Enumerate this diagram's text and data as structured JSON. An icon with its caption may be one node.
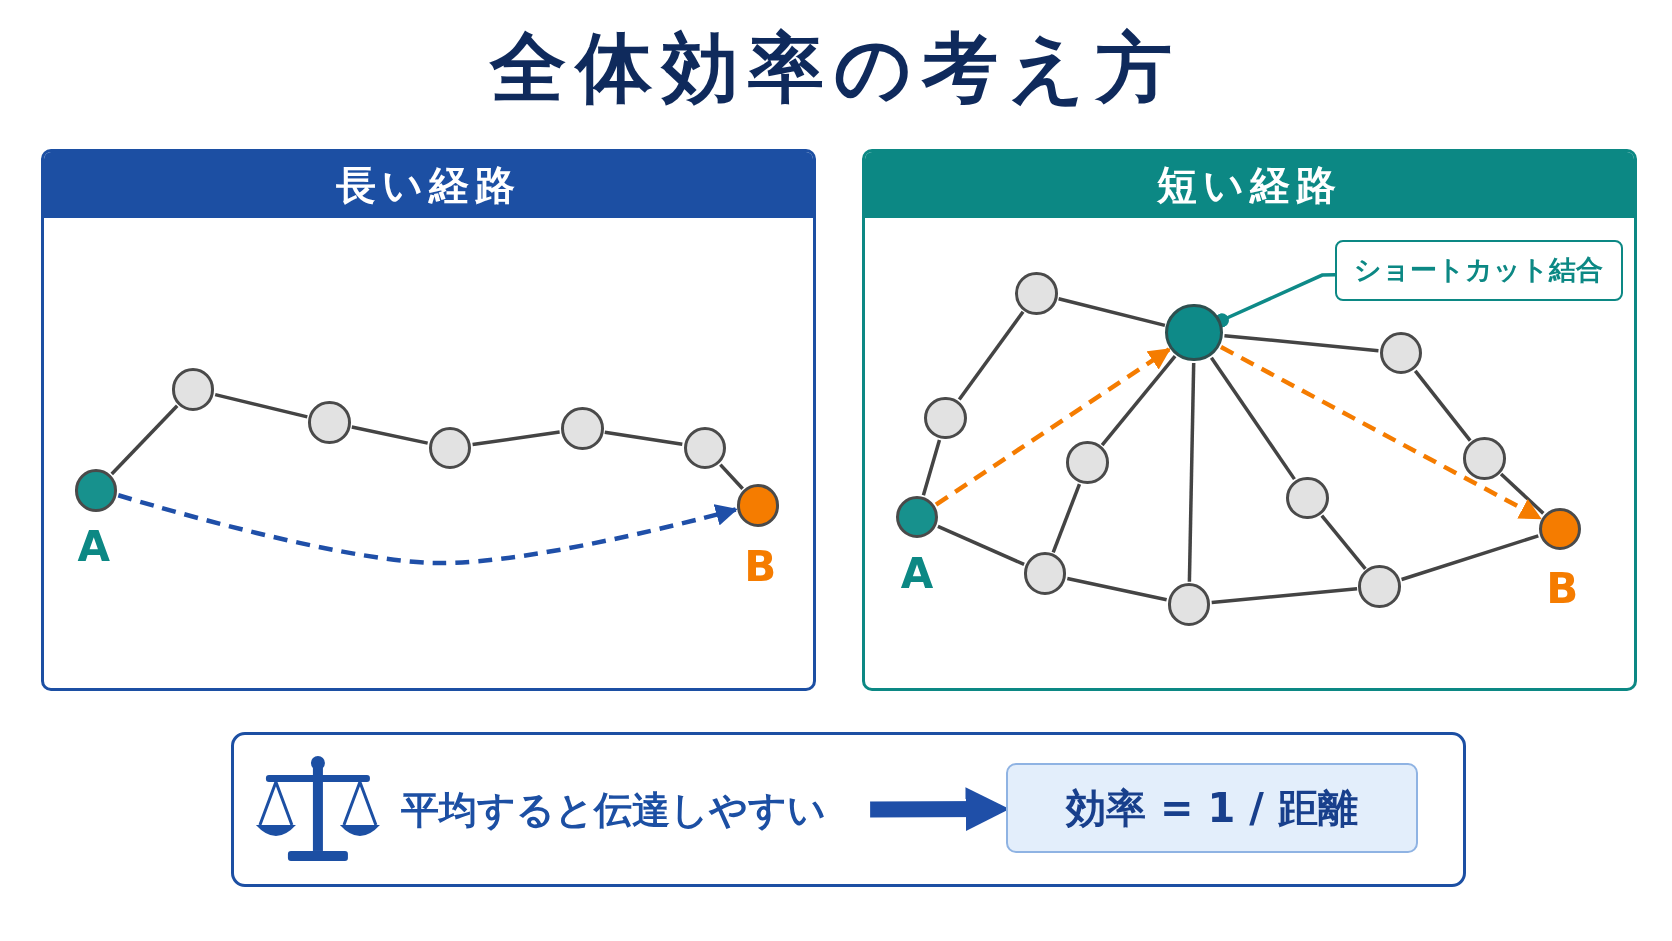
{
  "diagram": {
    "title": "全体効率の考え方",
    "nodes": [
      {
        "text": [
          "長い経路"
        ]
      },
      {
        "text": [],
        "shape": "circle",
        "in": 0,
        "beside": [
          "A"
        ]
      },
      {
        "text": [],
        "shape": "circle",
        "in": 0
      },
      {
        "text": [],
        "shape": "circle",
        "in": 0
      },
      {
        "text": [],
        "shape": "circle",
        "in": 0
      },
      {
        "text": [],
        "shape": "circle",
        "in": 0
      },
      {
        "text": [],
        "shape": "circle",
        "in": 0
      },
      {
        "text": [],
        "shape": "circle",
        "in": 0,
        "beside": [
          "B"
        ]
      },
      {
        "text": [
          "短い経路"
        ]
      },
      {
        "text": [
          "ショートカット結合"
        ],
        "in": 8
      },
      {
        "text": [],
        "shape": "circle",
        "in": 8,
        "beside": [
          "A"
        ]
      },
      {
        "text": [],
        "shape": "circle",
        "in": 8
      },
      {
        "text": [],
        "shape": "circle",
        "in": 8
      },
      {
        "text": [],
        "shape": "circle",
        "in": 8
      },
      {
        "text": [],
        "shape": "circle",
        "in": 8
      },
      {
        "text": [],
        "shape": "circle",
        "in": 8
      },
      {
        "text": [],
        "shape": "circle",
        "in": 8
      },
      {
        "text": [],
        "shape": "circle",
        "in": 8
      },
      {
        "text": [],
        "shape": "circle",
        "in": 8
      },
      {
        "text": [],
        "shape": "circle",
        "in": 8
      },
      {
        "text": [],
        "shape": "circle",
        "in": 8
      },
      {
        "text": [],
        "shape": "circle",
        "in": 8,
        "beside": [
          "B"
        ]
      },
      {
        "text": [],
        "shape": "box"
      },
      {
        "text": [
          "平均すると伝達しやすい"
        ],
        "in": 22
      },
      {
        "text": [
          "効率 = 1 / 距離"
        ],
        "in": 22
      }
    ],
    "edges": [
      {
        "from": 1,
        "to": 2,
        "arrow": "none"
      },
      {
        "from": 2,
        "to": 3,
        "arrow": "none"
      },
      {
        "from": 3,
        "to": 4,
        "arrow": "none"
      },
      {
        "from": 4,
        "to": 5,
        "arrow": "none"
      },
      {
        "from": 5,
        "to": 6,
        "arrow": "none"
      },
      {
        "from": 6,
        "to": 7,
        "arrow": "none"
      },
      {
        "from": 1,
        "to": 7,
        "arrow": "to",
        "style": "dashed",
        "color": "#1f4fa8"
      },
      {
        "from": 10,
        "to": 11,
        "arrow": "none"
      },
      {
        "from": 11,
        "to": 12,
        "arrow": "none"
      },
      {
        "from": 12,
        "to": 16,
        "arrow": "none"
      },
      {
        "from": 16,
        "to": 19,
        "arrow": "none"
      },
      {
        "from": 19,
        "to": 20,
        "arrow": "none"
      },
      {
        "from": 20,
        "to": 21,
        "arrow": "none"
      },
      {
        "from": 10,
        "to": 13,
        "arrow": "none"
      },
      {
        "from": 13,
        "to": 15,
        "arrow": "none"
      },
      {
        "from": 15,
        "to": 18,
        "arrow": "none"
      },
      {
        "from": 18,
        "to": 21,
        "arrow": "none"
      },
      {
        "from": 16,
        "to": 14,
        "arrow": "none"
      },
      {
        "from": 14,
        "to": 13,
        "arrow": "none"
      },
      {
        "from": 16,
        "to": 15,
        "arrow": "none"
      },
      {
        "from": 16,
        "to": 17,
        "arrow": "none"
      },
      {
        "from": 17,
        "to": 18,
        "arrow": "none"
      },
      {
        "from": 10,
        "to": 16,
        "arrow": "to",
        "style": "dashed",
        "color": "#f57c00"
      },
      {
        "from": 16,
        "to": 21,
        "arrow": "to",
        "style": "dashed",
        "color": "#f57c00"
      },
      {
        "from": 9,
        "to": 16,
        "arrow": "other",
        "color": "#0e8a88"
      },
      {
        "from": 23,
        "to": 24,
        "arrow": "to",
        "style": "thick",
        "color": "#1f4fa8"
      }
    ]
  }
}
